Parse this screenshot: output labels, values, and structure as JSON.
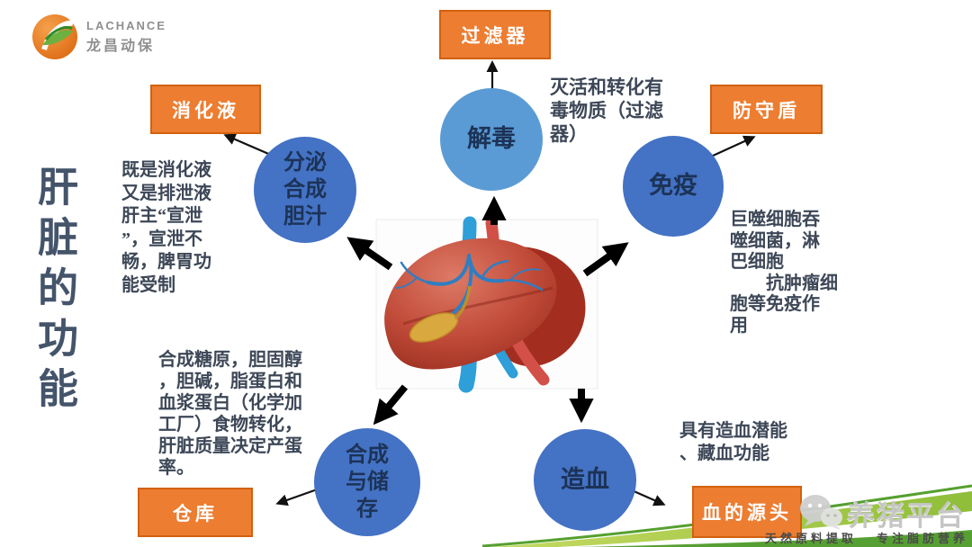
{
  "logo": {
    "brand_en": "LACHANCE",
    "brand_cn": "龙昌动保"
  },
  "title": "肝脏的功能",
  "diagram": {
    "center_image": "liver-illustration",
    "nodes": [
      {
        "id": "bile-secretion",
        "label": "分泌\n合成\n胆汁",
        "tag": "消化液",
        "note": "既是消化液\n又是排泄液\n肝主“宣泄\n”，宣泄不\n畅，脾胃功\n能受制",
        "color": "#4472c4"
      },
      {
        "id": "detox",
        "label": "解毒",
        "tag": "过滤器",
        "note": "灭活和转化有\n毒物质（过滤\n器）",
        "color": "#5b9bd5"
      },
      {
        "id": "immunity",
        "label": "免疫",
        "tag": "防守盾",
        "note": "巨噬细胞吞\n噬细菌，淋\n巴细胞\n　　抗肿瘤细\n胞等免疫作\n用",
        "color": "#4472c4"
      },
      {
        "id": "synthesis-storage",
        "label": "合成\n与储\n存",
        "tag": "仓库",
        "note": "合成糖原，胆固醇\n，胆碱，脂蛋白和\n血浆蛋白（化学加\n工厂）食物转化，\n肝脏质量决定产蛋\n率。",
        "color": "#4472c4"
      },
      {
        "id": "hematopoiesis",
        "label": "造血",
        "tag": "血的源头",
        "note": "具有造血潜能\n、藏血功能",
        "color": "#4472c4"
      }
    ]
  },
  "footer": {
    "watermark": "养猪平台",
    "slogan_left": "天然原料提取",
    "slogan_right": "专注脂肪营养"
  },
  "colors": {
    "node_blue": "#4472c4",
    "node_light_blue": "#5b9bd5",
    "tag_orange": "#ed7d31",
    "tag_border": "#d2610e",
    "text_dark": "#3d4757",
    "title_color": "#44546a",
    "swoosh_light_green": "#aecb44",
    "swoosh_dark_green": "#56a033",
    "logo_orange": "#e87722"
  }
}
